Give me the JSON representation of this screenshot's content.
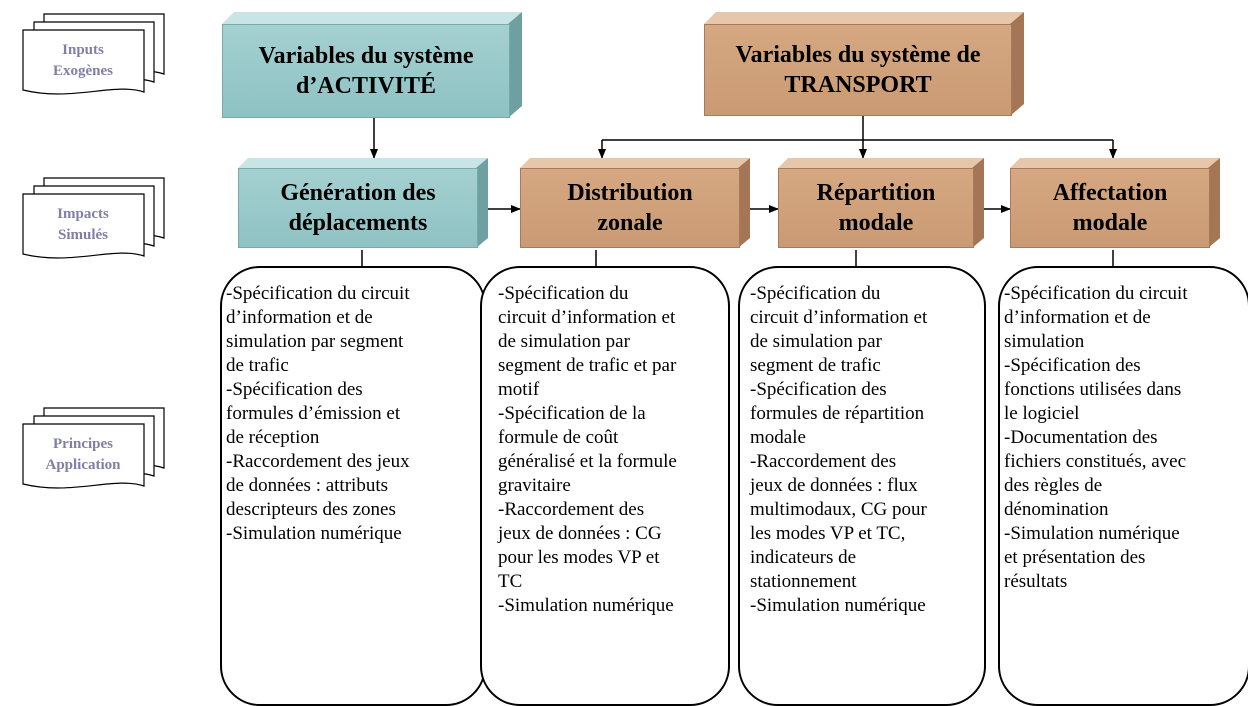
{
  "legend": [
    {
      "lines": [
        "Inputs",
        "Exogènes"
      ]
    },
    {
      "lines": [
        "Impacts",
        "Simulés"
      ]
    },
    {
      "lines": [
        "Principes",
        "Application"
      ]
    }
  ],
  "top_boxes": {
    "activity": {
      "lines": [
        "Variables du système",
        "d’ACTIVITÉ"
      ]
    },
    "transport": {
      "lines": [
        "Variables du système de",
        "TRANSPORT"
      ]
    }
  },
  "steps": [
    {
      "lines": [
        "Génération des",
        "déplacements"
      ]
    },
    {
      "lines": [
        "Distribution",
        "zonale"
      ]
    },
    {
      "lines": [
        "Répartition",
        "modale"
      ]
    },
    {
      "lines": [
        "Affectation",
        "modale"
      ]
    }
  ],
  "panels": [
    {
      "lines": [
        "-Spécification du circuit",
        "d’information et de",
        "simulation par segment",
        "de trafic",
        "-Spécification des",
        "formules d’émission et",
        "de réception",
        "-Raccordement des jeux",
        "de données : attributs",
        "descripteurs des zones",
        "-Simulation numérique"
      ]
    },
    {
      "lines": [
        "-Spécification du",
        "circuit d’information et",
        "de simulation par",
        "segment de trafic et par",
        "motif",
        "-Spécification de  la",
        "formule de coût",
        "généralisé et la formule",
        "gravitaire",
        "-Raccordement des",
        "jeux de données : CG",
        "pour les modes VP et",
        "TC",
        "-Simulation numérique"
      ]
    },
    {
      "lines": [
        "-Spécification du",
        "circuit d’information et",
        "de simulation par",
        "segment de trafic",
        "-Spécification des",
        "formules de répartition",
        "modale",
        "-Raccordement des",
        "jeux de données : flux",
        "multimodaux, CG pour",
        "les modes VP et TC,",
        "indicateurs de",
        "stationnement",
        "-Simulation numérique"
      ]
    },
    {
      "lines": [
        "-Spécification du circuit",
        "d’information et de",
        "simulation",
        "-Spécification des",
        "fonctions utilisées dans",
        "le logiciel",
        "-Documentation des",
        "fichiers constitués, avec",
        "des règles de",
        "dénomination",
        "-Simulation numérique",
        "et présentation des",
        "résultats"
      ]
    }
  ],
  "colors": {
    "teal": "#94c5c6",
    "brown": "#cc9d77",
    "legend_text": "#7f7fa8"
  }
}
